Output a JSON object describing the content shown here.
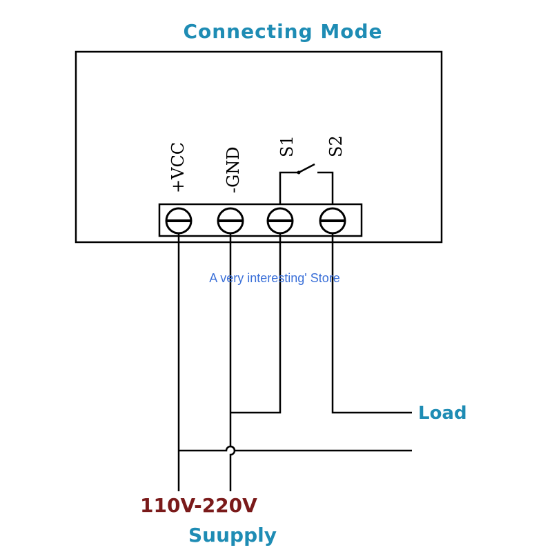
{
  "title": "Connecting Mode",
  "terminals": [
    {
      "label": "+VCC"
    },
    {
      "label": "-GND"
    },
    {
      "label": "S1"
    },
    {
      "label": "S2"
    }
  ],
  "load_label": "Load",
  "voltage_label": "110V-220V",
  "supply_label": "Suupply",
  "watermark": "A very interesting' Store",
  "colors": {
    "title": "#1e8cb4",
    "voltage": "#7a1a1a",
    "watermark": "#3a6fd8",
    "line": "#000000"
  }
}
